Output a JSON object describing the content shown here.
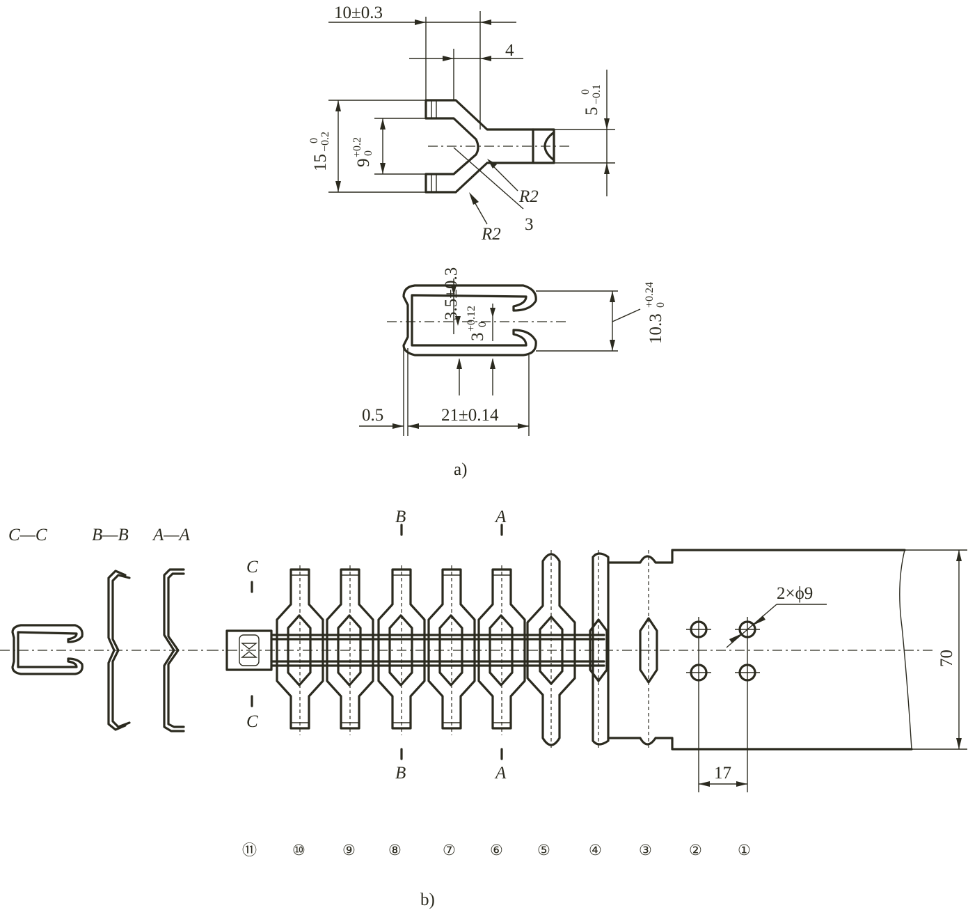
{
  "part_a": {
    "dim_width": "10±0.3",
    "dim_flange": "4",
    "dim_height_main": "15",
    "dim_height_main_tol_upper": "0",
    "dim_height_main_tol_lower": "−0.2",
    "dim_inner": "9",
    "dim_inner_tol_upper": "+0.2",
    "dim_inner_tol_lower": "0",
    "dim_slot": "5",
    "dim_slot_tol_upper": "0",
    "dim_slot_tol_lower": "−0.1",
    "radius_upper": "R2",
    "radius_lower": "R2",
    "dim_gap": "3",
    "dim_lip": "3.5±0.3",
    "dim_opening": "3",
    "dim_opening_tol_upper": "+0.12",
    "dim_opening_tol_lower": "0",
    "dim_profile_height": "10.3",
    "dim_profile_height_tol_upper": "+0.24",
    "dim_profile_height_tol_lower": "0",
    "dim_thickness": "0.5",
    "dim_profile_width": "21±0.14",
    "caption": "a)"
  },
  "part_b": {
    "section_cc": "C—C",
    "section_bb": "B—B",
    "section_aa": "A—A",
    "cut_c_top": "C",
    "cut_c_bottom": "C",
    "cut_b_top": "B",
    "cut_b_bottom": "B",
    "cut_a_top": "A",
    "cut_a_bottom": "A",
    "hole_label": "2×ϕ9",
    "dim_strip_width": "70",
    "dim_pitch": "17",
    "stations": [
      "⑪",
      "⑩",
      "⑨",
      "⑧",
      "⑦",
      "⑥",
      "⑤",
      "④",
      "③",
      "②",
      "①"
    ],
    "caption": "b)"
  }
}
